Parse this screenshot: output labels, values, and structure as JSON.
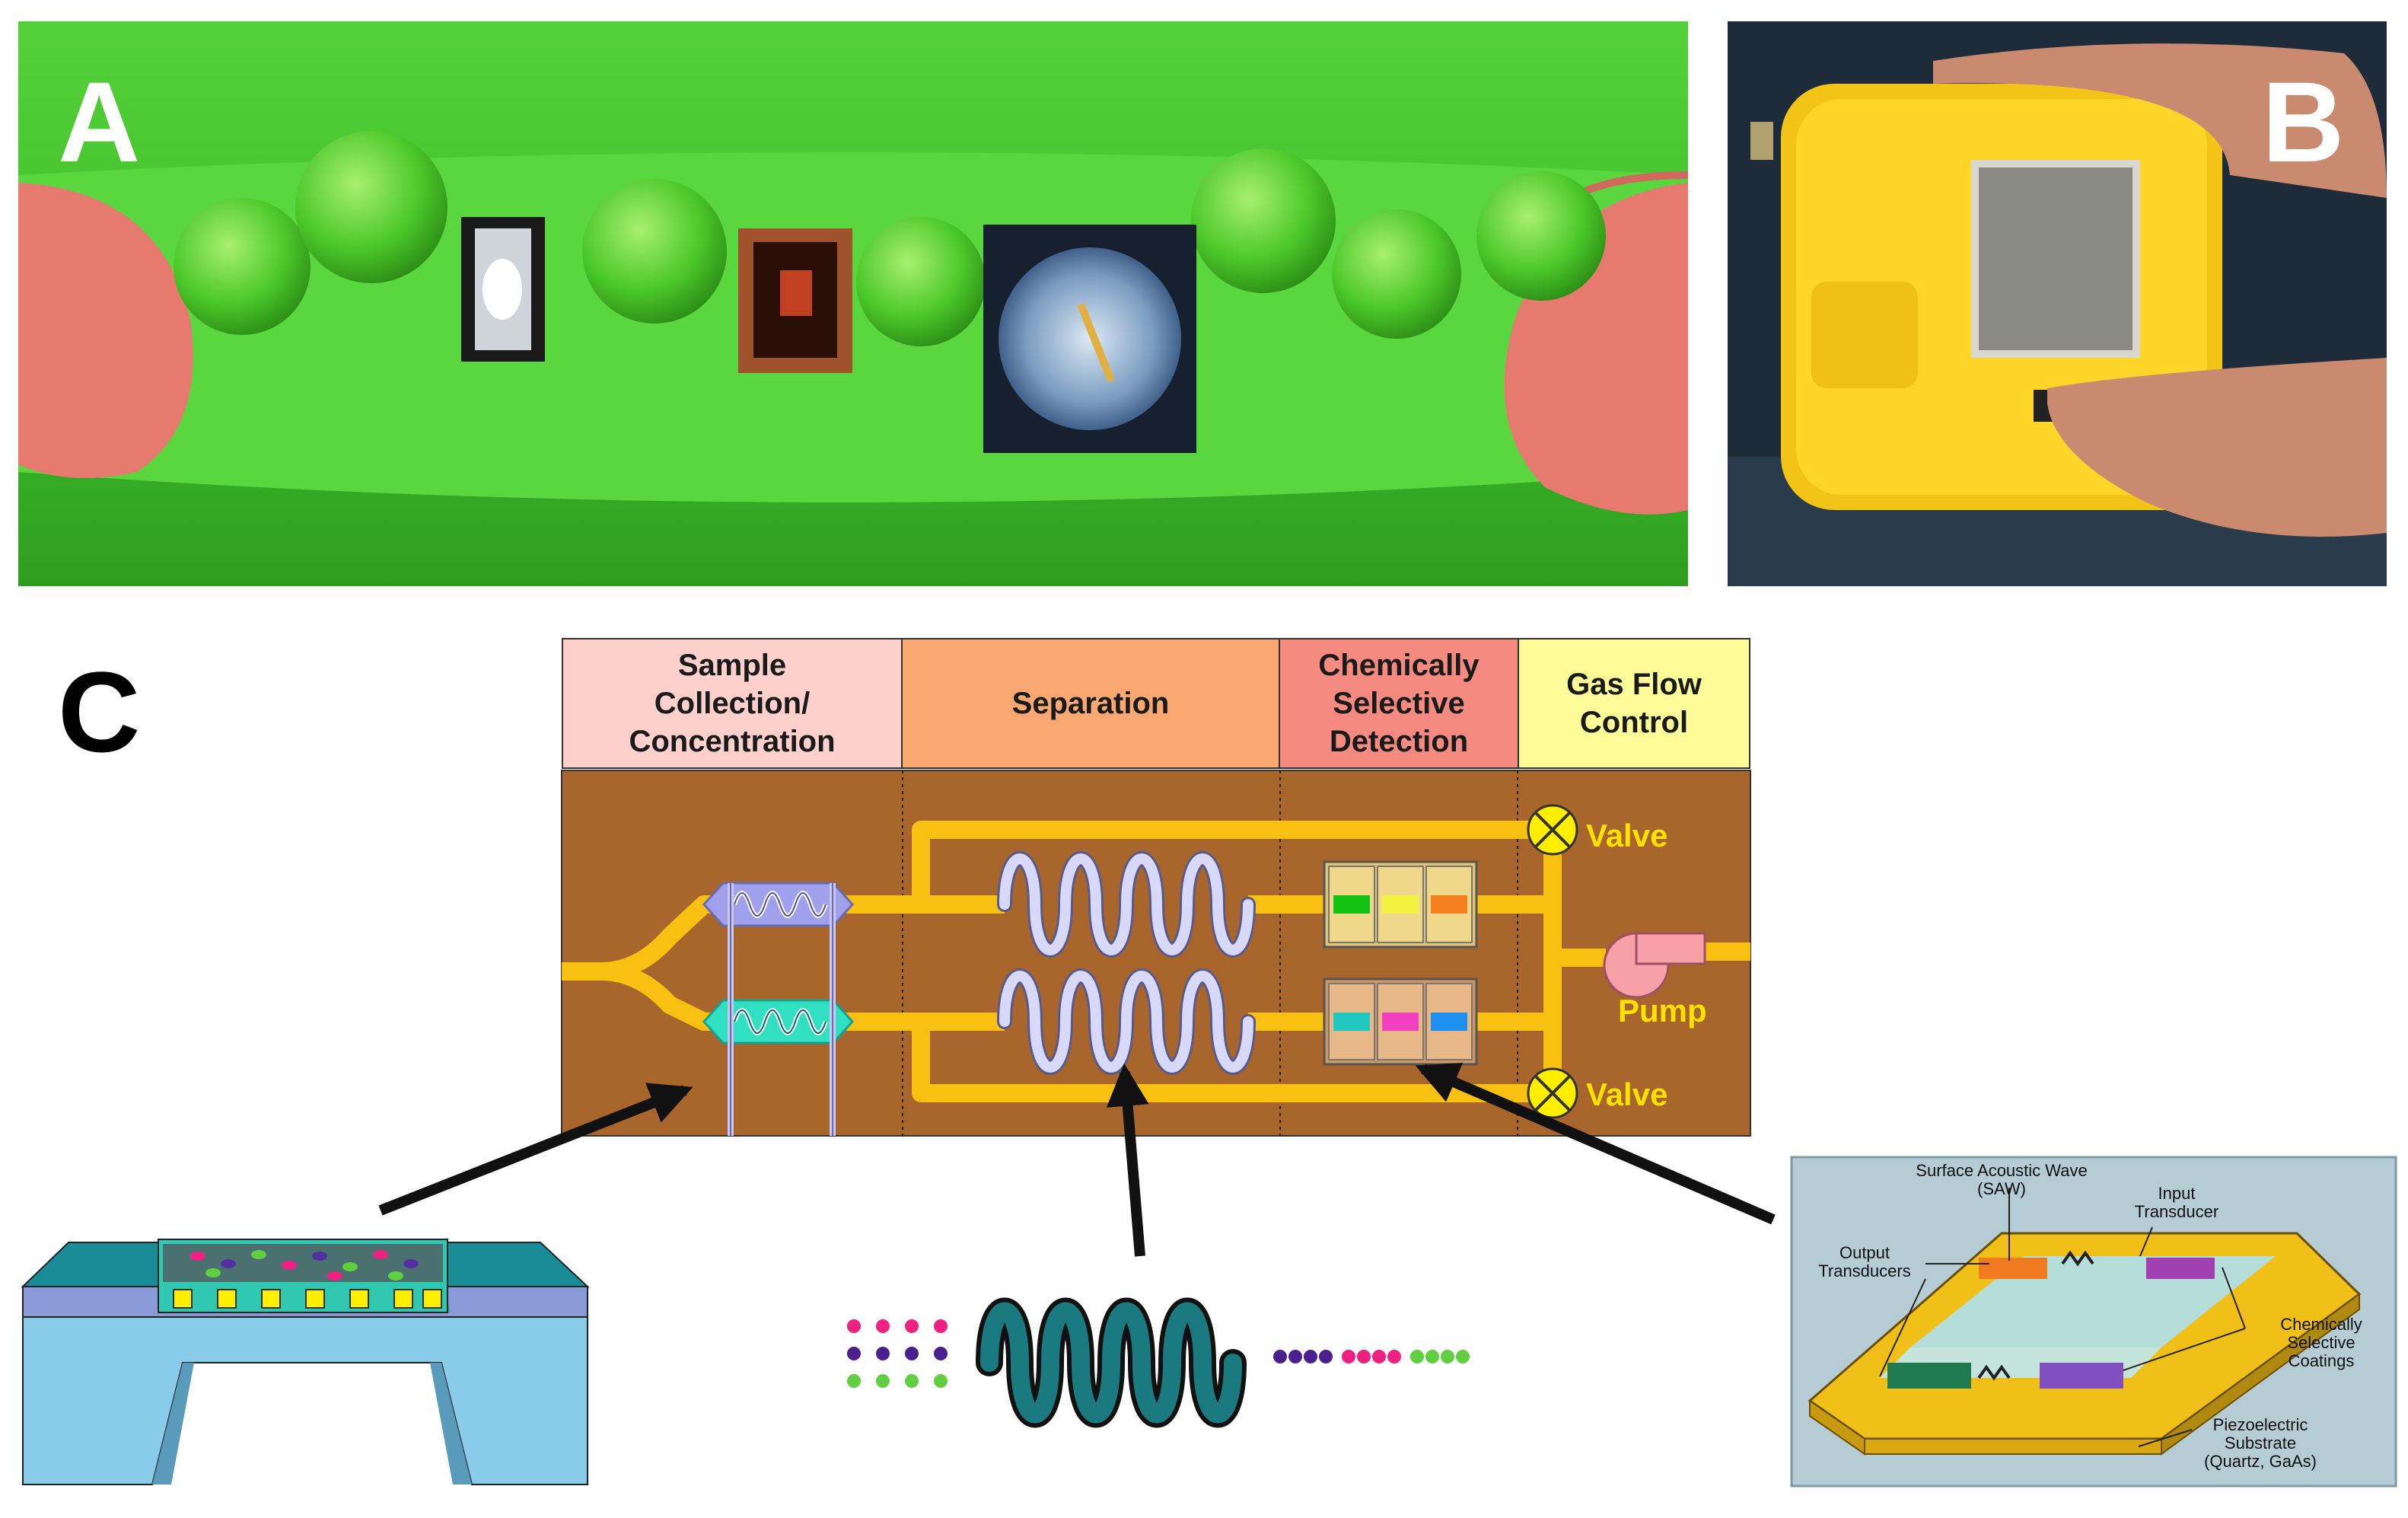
{
  "panels": {
    "a": {
      "letter": "A"
    },
    "b": {
      "letter": "B"
    },
    "c": {
      "letter": "C"
    }
  },
  "schematic": {
    "headers": [
      {
        "label": "Sample\nCollection/\nConcentration",
        "color": "#fdd0cc"
      },
      {
        "label": "Separation",
        "color": "#f8a870"
      },
      {
        "label": "Chemically\nSelective\nDetection",
        "color": "#f58a80"
      },
      {
        "label": "Gas Flow\nControl",
        "color": "#fdfc98"
      }
    ],
    "valve_top": "Valve",
    "pump": "Pump",
    "valve_bottom": "Valve",
    "colors": {
      "board": "#a8662c",
      "channel": "#f8c010",
      "label": "#ffe000"
    }
  },
  "saw_device": {
    "surface_acoustic_wave": "Surface Acoustic Wave\n(SAW)",
    "input_transducer": "Input\nTransducer",
    "output_transducers": "Output\nTransducers",
    "coatings": "Chemically\nSelective\nCoatings",
    "substrate": "Piezoelectric\nSubstrate\n(Quartz, GaAs)"
  }
}
